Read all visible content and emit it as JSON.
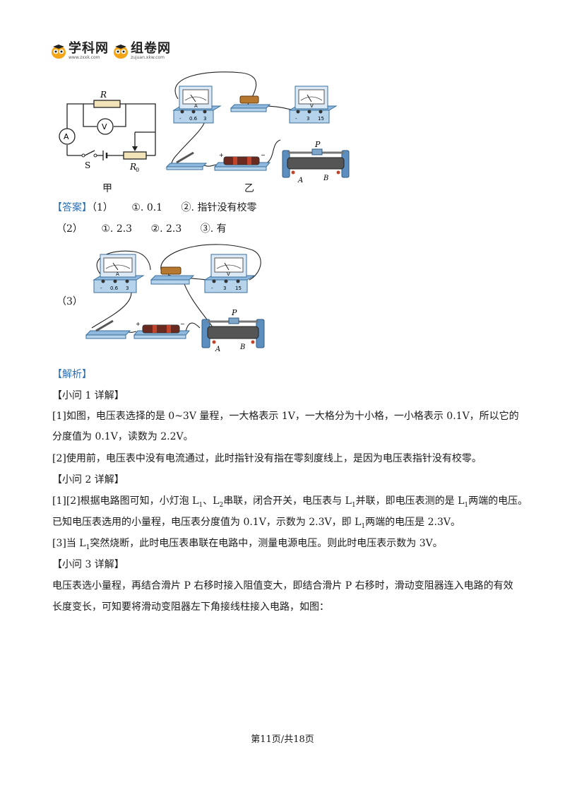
{
  "header": {
    "logo1": {
      "name": "学科网",
      "url": "www.zxxk.com"
    },
    "logo2": {
      "name": "组卷网",
      "url": "zujuan.xkw.com"
    }
  },
  "figure_circuit": {
    "R": "R",
    "V": "V",
    "A": "A",
    "S": "S",
    "R0": "R",
    "R0_sub": "0",
    "caption": "甲"
  },
  "figure_apparatus": {
    "ammeter_scale": [
      "-",
      "0.6",
      "3"
    ],
    "voltmeter_scale": [
      "-",
      "3",
      "15"
    ],
    "ammeter_letter": "A",
    "voltmeter_letter": "V",
    "rheostat_p": "P",
    "rheostat_a": "A",
    "rheostat_b": "B",
    "battery_plus": "+",
    "battery_minus": "−",
    "caption": "乙"
  },
  "answer": {
    "label": "【答案】",
    "line1_num": "（1）",
    "line1_a": "①. 0.1",
    "line1_b": "②. 指针没有校零",
    "line2_num": "（2）",
    "line2_a": "①. 2.3",
    "line2_b": "②. 2.3",
    "line2_c": "③. 有",
    "line3_num": "（3）"
  },
  "analysis": {
    "label": "【解析】",
    "q1_title": "【小问 1 详解】",
    "q1_p1a": "[1]如图，电压表选择的是 0~3V 量程，一大格表示 1V，一大格分为十小格，一小格表示 0.1V，所以它的",
    "q1_p1b": "分度值为 0.1V，读数为 2.2V。",
    "q1_p2": "[2]使用前，电压表中没有电流通过，此时指针没有指在零刻度线上，是因为电压表指针没有校零。",
    "q2_title": "【小问 2 详解】",
    "q2_p1a_1": "[1][2]根据电路图可知，小灯泡 L",
    "q2_p1a_2": "、L",
    "q2_p1a_3": "串联，闭合开关，电压表与 L",
    "q2_p1a_4": "并联，即电压表测的是 L",
    "q2_p1a_5": "两端的电压。",
    "q2_p1b_1": "已知电压表选用的小量程，电压表分度值为 0.1V，示数为 2.3V，即 L",
    "q2_p1b_2": "两端的电压是 2.3V。",
    "q2_p2_1": "[3]当 L",
    "q2_p2_2": "突然烧断，此时电压表串联在电路中，测量电源电压。则此时电压表示数为 3V。",
    "sub1": "1",
    "sub2": "2",
    "q3_title": "【小问 3 详解】",
    "q3_p1a": "电压表选小量程，再结合滑片 P 右移时接入阻值变大，即结合滑片 P 右移时，滑动变阻器连入电路的有效",
    "q3_p1b": "长度变长，可知要将滑动变阻器左下角接线柱接入电路，如图："
  },
  "footer": {
    "page": "第11页/共18页"
  }
}
